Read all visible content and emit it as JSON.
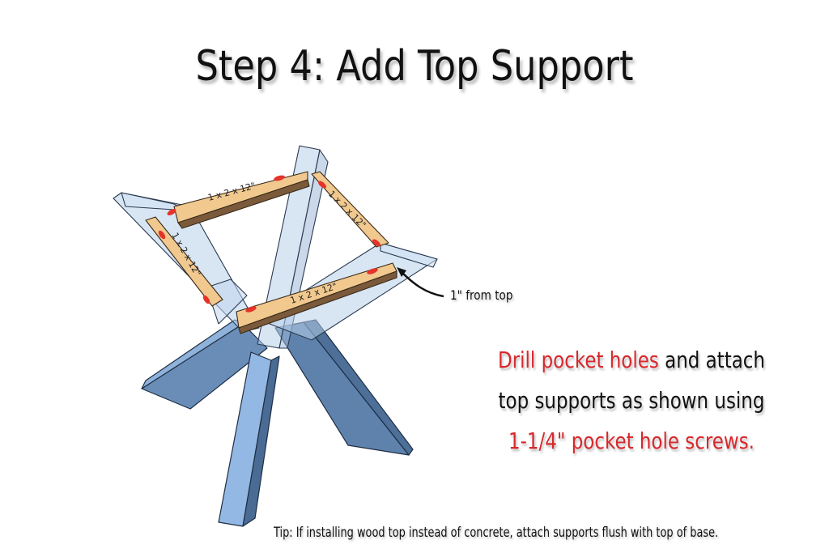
{
  "title": "Step 4: Add Top Support",
  "callout": {
    "text": "1\" from top"
  },
  "instruction": {
    "line1_red": "Drill pocket holes",
    "line1_black": " and attach",
    "line2": "top supports as shown using",
    "line3_red": "1-1/4\" pocket hole screws."
  },
  "tip": "Tip: If installing wood top instead of concrete, attach supports flush with top of base.",
  "diagram": {
    "board_labels": [
      "1 x 2 x 12\"",
      "1 x 2 x 12\"",
      "1 x 2 x 12\"",
      "1 x 2 x 12\""
    ],
    "colors": {
      "leg_light": "#c9dcf0",
      "leg_mid": "#6f93bd",
      "leg_dark": "#4a6c96",
      "board": "#f1c98f",
      "board_edge": "#7a5a3a",
      "pocket_hole": "#e5332a",
      "accent_red": "#d8282c"
    }
  }
}
